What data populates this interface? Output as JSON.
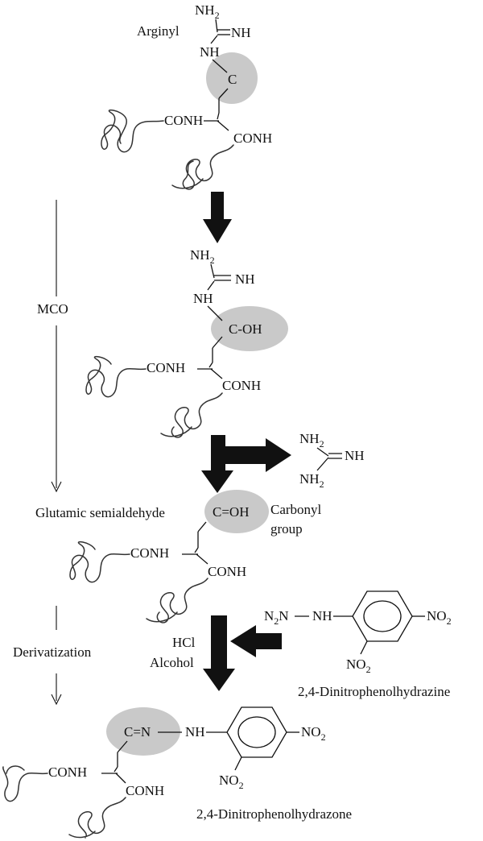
{
  "labels": {
    "arginyl": "Arginyl",
    "mco": "MCO",
    "glutamic": "Glutamic semialdehyde",
    "carbonyl_1": "Carbonyl",
    "carbonyl_2": "group",
    "derivatization": "Derivatization",
    "hcl": "HCl",
    "alcohol": "Alcohol",
    "dnph": "2,4-Dinitrophenolhydrazine",
    "dnp_hydrazone": "2,4-Dinitrophenolhydrazone"
  },
  "chem": {
    "nh2_main": "NH",
    "nh2_sub": "2",
    "nh": "NH",
    "c": "C",
    "c_oh": "C-OH",
    "c_eq_oh": "C=OH",
    "c_eq_n": "C=N",
    "conh": "CONH",
    "n2_main": "N",
    "n2_sub": "2",
    "no2_main": "NO",
    "no2_sub": "2"
  },
  "colors": {
    "highlight_oval": "#c9c9c9",
    "arrow": "#111111",
    "text": "#111111"
  }
}
